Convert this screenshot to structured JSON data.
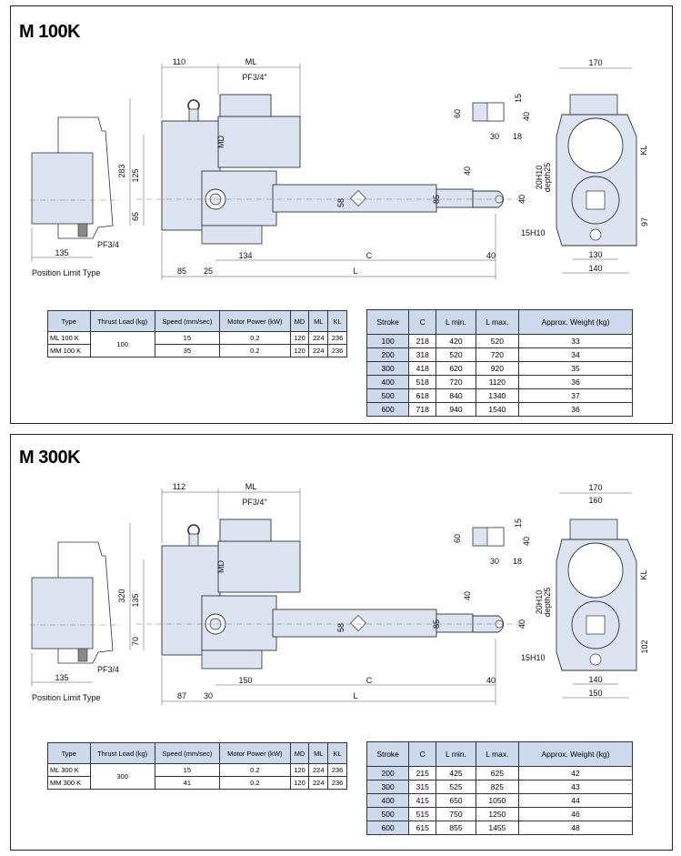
{
  "sections": [
    {
      "title": "M 100K",
      "dims": {
        "d110": "110",
        "ml": "ML",
        "pf34q": "PF3/4\"",
        "md": "MD",
        "d283": "283",
        "d125": "125",
        "d65": "65",
        "d58": "58",
        "d85": "85",
        "d40": "40",
        "c": "C",
        "l": "L",
        "d134": "134",
        "d85b": "85",
        "d25": "25",
        "d135": "135",
        "pf34": "PF3/4",
        "d40b": "40",
        "d15h10": "15H10",
        "d40c": "40",
        "d60": "60",
        "d15": "15",
        "d40d": "40",
        "d30": "30",
        "d18": "18",
        "d170": "170",
        "kl": "KL",
        "d20h10": "20H10",
        "depth25": "depth25",
        "d97": "97",
        "d130": "130",
        "d140": "140"
      },
      "limit_label": "Position Limit Type",
      "spec_table": {
        "headers": [
          "Type",
          "Thrust Load (kg)",
          "Speed (mm/sec)",
          "Motor Power (kW)",
          "MD",
          "ML",
          "KL"
        ],
        "rows": [
          [
            "ML 100 K",
            "100",
            "15",
            "0.2",
            "120",
            "224",
            "236"
          ],
          [
            "MM 100 K",
            "",
            "35",
            "0.2",
            "120",
            "224",
            "236"
          ]
        ]
      },
      "stroke_table": {
        "headers": [
          "Stroke",
          "C",
          "L min.",
          "L max.",
          "Approx. Weight (kg)"
        ],
        "rows": [
          [
            "100",
            "218",
            "420",
            "520",
            "33"
          ],
          [
            "200",
            "318",
            "520",
            "720",
            "34"
          ],
          [
            "300",
            "418",
            "620",
            "920",
            "35"
          ],
          [
            "400",
            "518",
            "720",
            "1120",
            "36"
          ],
          [
            "500",
            "618",
            "840",
            "1340",
            "37"
          ],
          [
            "600",
            "718",
            "940",
            "1540",
            "36"
          ]
        ]
      }
    },
    {
      "title": "M 300K",
      "dims": {
        "d110": "112",
        "ml": "ML",
        "pf34q": "PF3/4\"",
        "md": "MD",
        "d283": "320",
        "d125": "135",
        "d65": "70",
        "d58": "58",
        "d85": "85",
        "d40": "40",
        "c": "C",
        "l": "L",
        "d134": "150",
        "d85b": "87",
        "d25": "30",
        "d135": "135",
        "pf34": "PF3/4",
        "d40b": "40",
        "d15h10": "15H10",
        "d40c": "40",
        "d60": "60",
        "d15": "15",
        "d40d": "40",
        "d30": "30",
        "d18": "18",
        "d170": "170",
        "d160": "160",
        "kl": "KL",
        "d20h10": "20H10",
        "depth25": "depth25",
        "d97": "102",
        "d130": "140",
        "d140": "150"
      },
      "limit_label": "Position Limit Type",
      "spec_table": {
        "headers": [
          "Type",
          "Thrust Load (kg)",
          "Speed (mm/sec)",
          "Motor Power (kW)",
          "MD",
          "ML",
          "KL"
        ],
        "rows": [
          [
            "ML 300 K",
            "300",
            "15",
            "0.2",
            "120",
            "224",
            "236"
          ],
          [
            "MM 300 K",
            "",
            "41",
            "0.2",
            "120",
            "224",
            "236"
          ]
        ]
      },
      "stroke_table": {
        "headers": [
          "Stroke",
          "C",
          "L min.",
          "L max.",
          "Approx. Weight (kg)"
        ],
        "rows": [
          [
            "200",
            "215",
            "425",
            "625",
            "42"
          ],
          [
            "300",
            "315",
            "525",
            "825",
            "43"
          ],
          [
            "400",
            "415",
            "650",
            "1050",
            "44"
          ],
          [
            "500",
            "515",
            "750",
            "1250",
            "46"
          ],
          [
            "600",
            "615",
            "855",
            "1455",
            "48"
          ]
        ]
      }
    }
  ]
}
